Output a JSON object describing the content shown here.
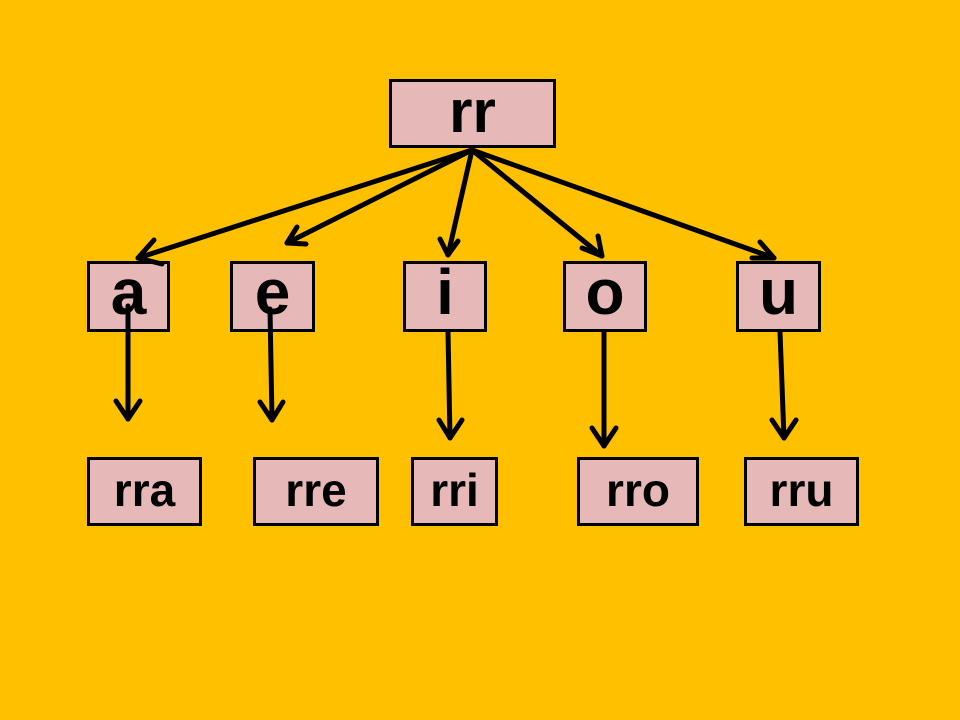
{
  "diagram": {
    "root": "rr",
    "vowels": [
      "a",
      "e",
      "i",
      "o",
      "u"
    ],
    "syllables": [
      "rra",
      "rre",
      "rri",
      "rro",
      "rru"
    ]
  },
  "colors": {
    "background": "#FFC000",
    "box_fill": "#E6B8B7",
    "stroke": "#000000"
  }
}
